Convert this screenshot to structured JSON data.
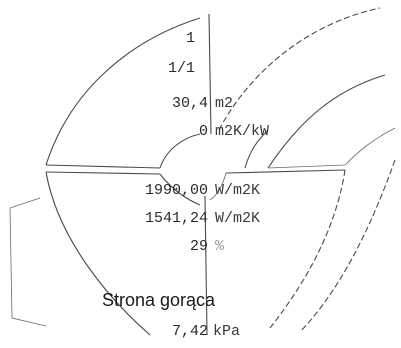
{
  "values": {
    "row1": "1",
    "row2": "1/1",
    "area": "30,4",
    "fouling": "0",
    "k_clean": "1990,00",
    "k_service": "1541,24",
    "margin": "29",
    "pressure_drop": "7,42"
  },
  "units": {
    "area": "m2",
    "fouling": "m2K/kW",
    "k_clean": "W/m2K",
    "k_service": "W/m2K",
    "margin": "%",
    "pressure_drop": "kPa"
  },
  "section_heading": "Strona gorąca"
}
